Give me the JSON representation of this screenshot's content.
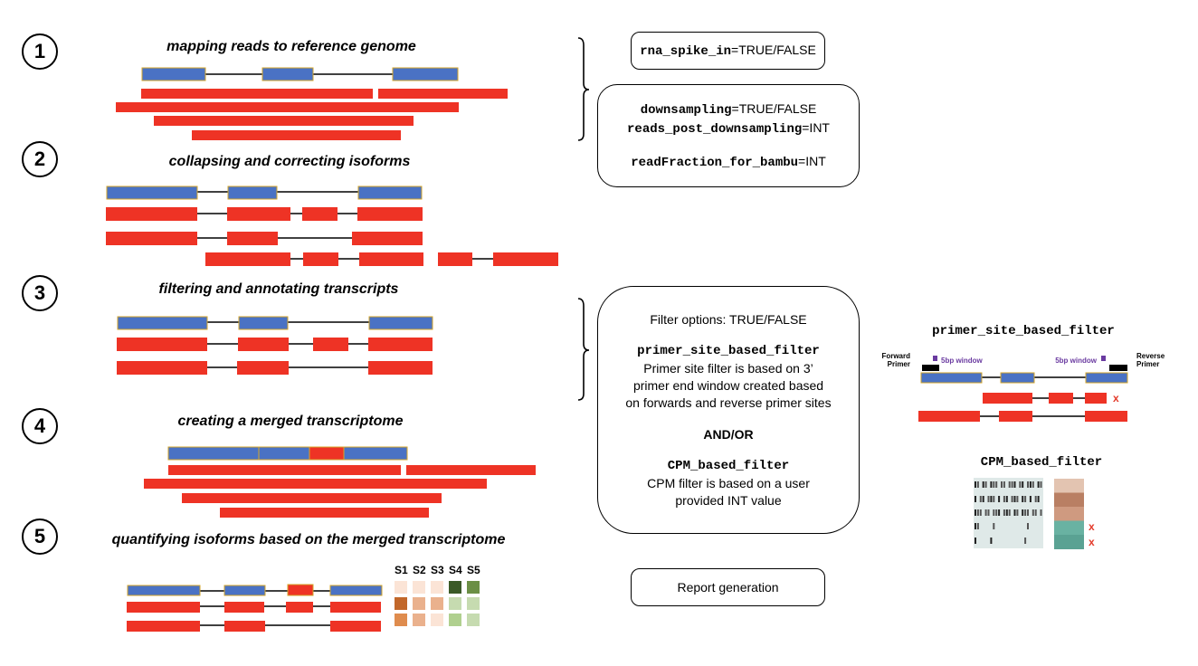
{
  "colors": {
    "exon_blue": "#4a72c4",
    "read_red": "#ee3325",
    "exon_border": "#d4a62a",
    "intron_line": "#000000",
    "cross_mark": "#e33a2a",
    "window_purple": "#6a3aa0"
  },
  "steps": [
    {
      "number": "1",
      "title": "mapping reads to reference genome"
    },
    {
      "number": "2",
      "title": "collapsing and correcting isoforms"
    },
    {
      "number": "3",
      "title": "filtering and annotating transcripts"
    },
    {
      "number": "4",
      "title": "creating a merged transcriptome"
    },
    {
      "number": "5",
      "title": "quantifying isoforms based on the merged transcriptome"
    }
  ],
  "params": {
    "spike": {
      "name": "rna_spike_in",
      "value": "=TRUE/FALSE"
    },
    "downsampling": {
      "name": "downsampling",
      "value": "=TRUE/FALSE"
    },
    "reads_post": {
      "name": "reads_post_downsampling",
      "value": "=INT"
    },
    "read_fraction": {
      "name": "readFraction_for_bambu",
      "value": "=INT"
    }
  },
  "filter_box": {
    "header": "Filter options: TRUE/FALSE",
    "primer_name": "primer_site_based_filter",
    "primer_desc": [
      "Primer site filter is based on 3’",
      "primer end window created based",
      "on forwards and reverse primer sites"
    ],
    "andor": "AND/OR",
    "cpm_name": "CPM_based_filter",
    "cpm_desc": [
      "CPM filter is based on a user",
      "provided INT value"
    ]
  },
  "report": "Report generation",
  "primer_panel": {
    "title": "primer_site_based_filter",
    "forward": [
      "Forward",
      "Primer"
    ],
    "reverse": [
      "Reverse",
      "Primer"
    ],
    "window_left": "5bp window",
    "window_right": "5bp window",
    "cross": "x"
  },
  "cpm_panel": {
    "title": "CPM_based_filter",
    "cross": "x",
    "heat_colors": [
      "#e3c4b1",
      "#b97f63",
      "#cf9a80",
      "#69b2a2",
      "#5aa293"
    ]
  },
  "quant": {
    "samples": [
      "S1",
      "S2",
      "S3",
      "S4",
      "S5"
    ],
    "heat": [
      [
        "#fbe4d6",
        "#fbe4d6",
        "#fbe4d6",
        "#3b5a27",
        "#6b8f45"
      ],
      [
        "#c2672a",
        "#eab18d",
        "#eab18d",
        "#c6dbb0",
        "#c6dbb0"
      ],
      [
        "#df8c4e",
        "#eab18d",
        "#fbe4d6",
        "#b0d08f",
        "#c6dbb0"
      ]
    ]
  }
}
